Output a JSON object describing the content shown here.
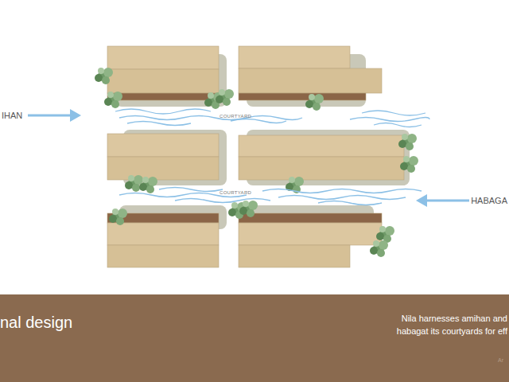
{
  "diagram": {
    "title": "nal design",
    "caption": "Nila harnesses amihan and habagat its courtyards for eff",
    "labels": [
      "IHAN",
      "HABAGA",
      "COURTYARD",
      "COURTYARD",
      "Ar"
    ]
  }
}
